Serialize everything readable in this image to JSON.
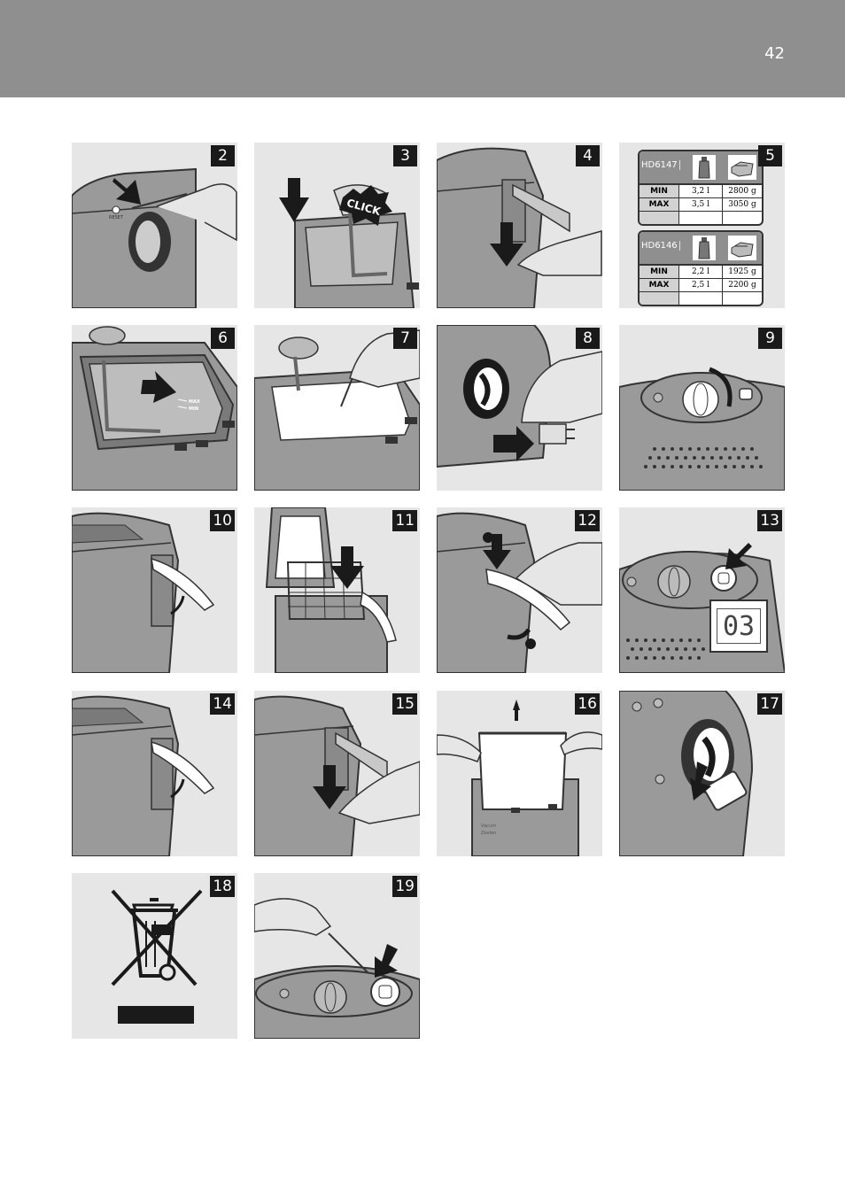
{
  "page": {
    "number": "42"
  },
  "figures": [
    {
      "num": "2",
      "reset_label": "RESET"
    },
    {
      "num": "3",
      "click_label": "CLICK"
    },
    {
      "num": "4"
    },
    {
      "num": "5",
      "tables": [
        {
          "model": "HD6147",
          "rows": [
            {
              "label": "MIN",
              "oil": "3,2 l",
              "food": "2800 g"
            },
            {
              "label": "MAX",
              "oil": "3,5 l",
              "food": "3050 g"
            }
          ]
        },
        {
          "model": "HD6146",
          "rows": [
            {
              "label": "MIN",
              "oil": "2,2 l",
              "food": "1925 g"
            },
            {
              "label": "MAX",
              "oil": "2,5 l",
              "food": "2200 g"
            }
          ]
        }
      ]
    },
    {
      "num": "6",
      "max_mark": "MAX",
      "min_mark": "MIN"
    },
    {
      "num": "7"
    },
    {
      "num": "8"
    },
    {
      "num": "9"
    },
    {
      "num": "10"
    },
    {
      "num": "11"
    },
    {
      "num": "12"
    },
    {
      "num": "13",
      "display": "03"
    },
    {
      "num": "14"
    },
    {
      "num": "15"
    },
    {
      "num": "16",
      "basket_text_1": "Vacum",
      "basket_text_2": "Zeelen"
    },
    {
      "num": "17"
    },
    {
      "num": "18"
    },
    {
      "num": "19"
    }
  ],
  "colors": {
    "header": "#8f8f8f",
    "panel": "#e6e6e6",
    "badge": "#1a1a1a",
    "device": "#9a9a9a"
  }
}
